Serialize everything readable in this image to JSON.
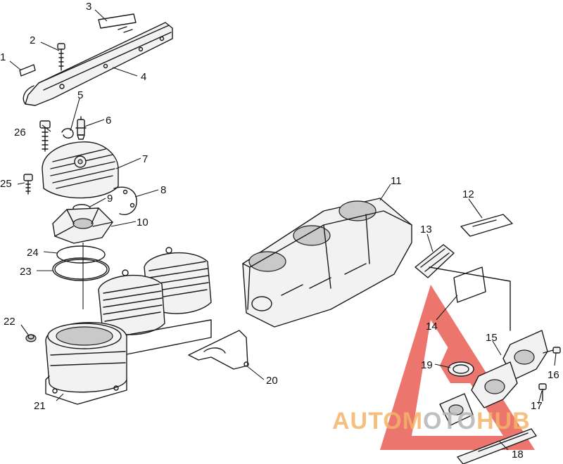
{
  "callouts": {
    "c1": "1",
    "c2": "2",
    "c3": "3",
    "c4": "4",
    "c5": "5",
    "c6": "6",
    "c7": "7",
    "c8": "8",
    "c9": "9",
    "c10": "10",
    "c11": "11",
    "c12": "12",
    "c13": "13",
    "c14": "14",
    "c15": "15",
    "c16": "16",
    "c17": "17",
    "c18": "18",
    "c19": "19",
    "c20": "20",
    "c21": "21",
    "c22": "22",
    "c23": "23",
    "c24": "24",
    "c25": "25",
    "c26": "26"
  },
  "watermark": {
    "part1": "AUTOM",
    "part2": "OTO",
    "part3": "HUB"
  },
  "colors": {
    "ink": "#1a1a1a",
    "watermark_red": "#e8534a",
    "watermark_orange": "#f4b46a",
    "watermark_gray": "#b5b5b5"
  }
}
